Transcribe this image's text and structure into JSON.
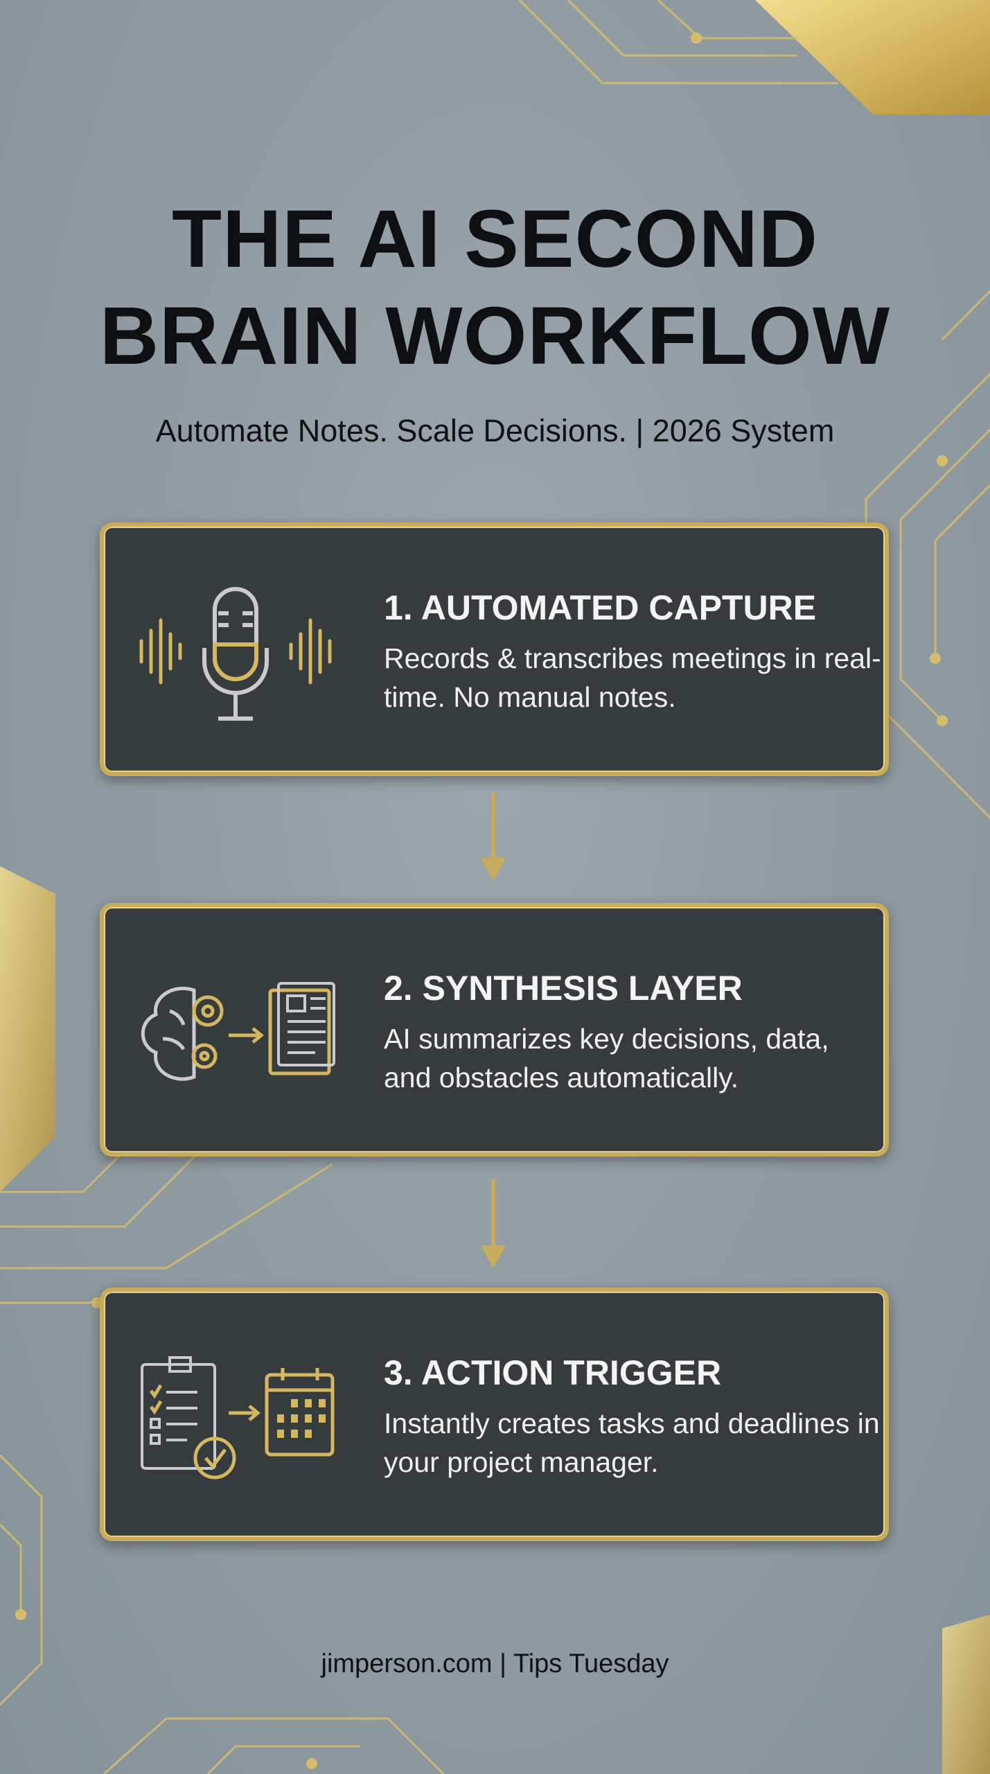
{
  "title_line1": "THE AI SECOND",
  "title_line2": "BRAIN WORKFLOW",
  "subtitle": "Automate Notes. Scale Decisions. | 2026 System",
  "steps": [
    {
      "heading": "1. AUTOMATED CAPTURE",
      "body": "Records & transcribes meetings in real-time. No manual notes.",
      "icon": "microphone-soundwave-icon"
    },
    {
      "heading": "2. SYNTHESIS LAYER",
      "body": "AI summarizes key decisions, data, and obstacles automatically.",
      "icon": "brain-gears-to-document-icon"
    },
    {
      "heading": "3. ACTION TRIGGER",
      "body": "Instantly creates tasks and deadlines in your project manager.",
      "icon": "checklist-to-calendar-icon"
    }
  ],
  "footer": "jimperson.com | Tips Tuesday",
  "colors": {
    "gold": "#c9ac5a",
    "card": "#363b3d",
    "background": "#8f9aa0"
  }
}
